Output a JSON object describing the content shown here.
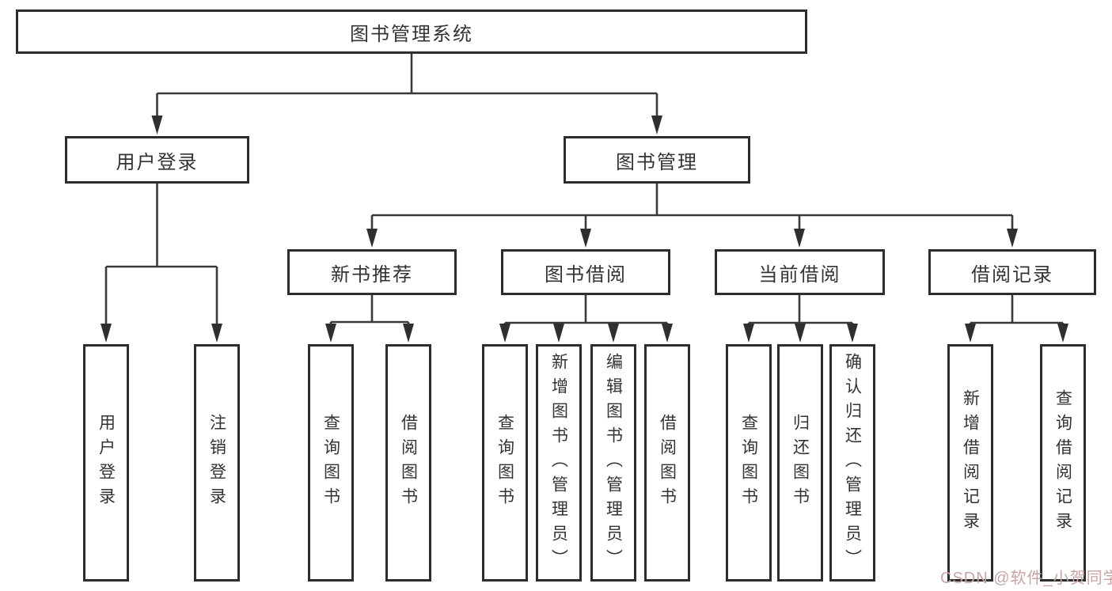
{
  "tree": {
    "label": "图书管理系统",
    "children": [
      {
        "label": "用户登录",
        "children": [
          {
            "label": "用户登录"
          },
          {
            "label": "注销登录"
          }
        ]
      },
      {
        "label": "图书管理",
        "children": [
          {
            "label": "新书推荐",
            "children": [
              {
                "label": "查询图书"
              },
              {
                "label": "借阅图书"
              }
            ]
          },
          {
            "label": "图书借阅",
            "children": [
              {
                "label": "查询图书"
              },
              {
                "label": "新增图书（管理员）"
              },
              {
                "label": "编辑图书（管理员）"
              },
              {
                "label": "借阅图书"
              }
            ]
          },
          {
            "label": "当前借阅",
            "children": [
              {
                "label": "查询图书"
              },
              {
                "label": "归还图书"
              },
              {
                "label": "确认归还（管理员）"
              }
            ]
          },
          {
            "label": "借阅记录",
            "children": [
              {
                "label": "新增借阅记录"
              },
              {
                "label": "查询借阅记录"
              }
            ]
          }
        ]
      }
    ]
  },
  "watermark": {
    "text": "CSDN @软件_小贺同学",
    "color": "#c7a4a4"
  },
  "colors": {
    "line": "#3a3a3a",
    "box_border": "#2d2d2d",
    "box_background": "#ffffff",
    "text": "#333333",
    "background": "#ffffff"
  }
}
